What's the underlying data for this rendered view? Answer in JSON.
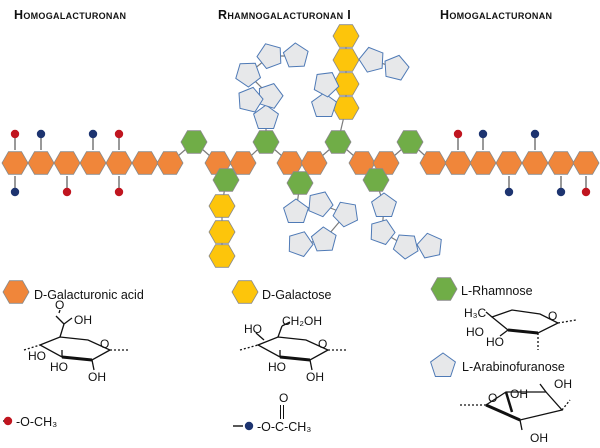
{
  "headers": {
    "left": "Homogalacturonan",
    "middle": "Rhamnogalacturonan I",
    "right": "Homogalacturonan"
  },
  "legend": {
    "galacturonic": "D-Galacturonic acid",
    "galactose": "D-Galactose",
    "rhamnose": "L-Rhamnose",
    "arabinofuranose": "L-Arabinofuranose",
    "methyl_ester": "-O-CH₃",
    "acetyl_ester": "-O-C-CH₃",
    "acetyl_carbonyl": "O"
  },
  "structures": {
    "galA": {
      "carbonyl_o": "O",
      "oh_group": "OH",
      "ho1": "HO",
      "ho2": "HO",
      "oh_bottom": "OH",
      "ring_o": "O"
    },
    "gal": {
      "ch2oh": "CH₂OH",
      "ho1": "HO",
      "ho2": "HO",
      "oh_bottom": "OH",
      "ring_o": "O"
    },
    "rha": {
      "h3c": "H₃C",
      "ho1": "HO",
      "ho2": "HO",
      "ring_o": "O"
    },
    "ara": {
      "oh_top": "OH",
      "oh_bottom": "OH",
      "ring_o": "O",
      "oh_side": "OH"
    }
  },
  "colors": {
    "galacturonic": "#f0863a",
    "galactose": "#fdc50b",
    "rhamnose": "#70ad47",
    "arabinose": "#e7e8ea",
    "arabinose_stroke": "#4f7ab6",
    "methyl": "#c0151f",
    "acetyl": "#1d3470",
    "bond": "#7b7b7b",
    "hex_stroke": "#8a8a8a"
  }
}
